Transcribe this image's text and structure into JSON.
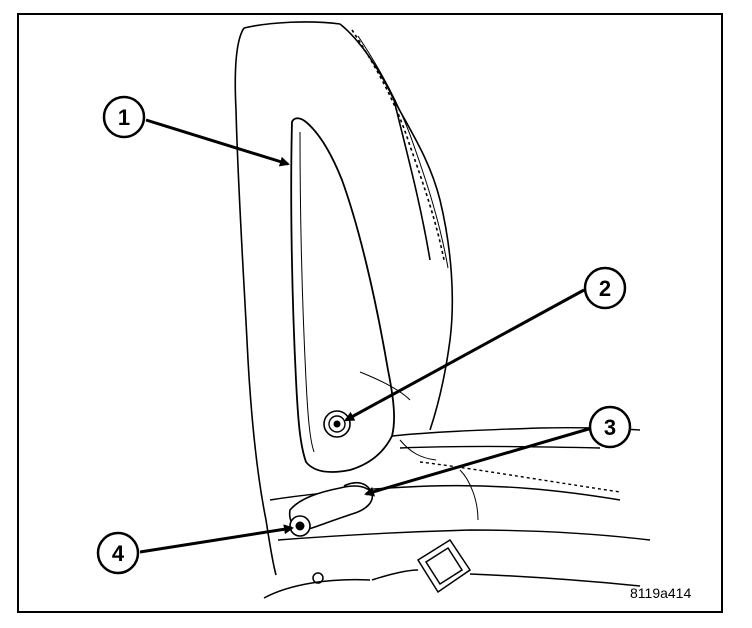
{
  "figure": {
    "id_label": "8119a414",
    "subject": "seat-side-with-trim-panel",
    "line_color": "#000000",
    "background": "#ffffff"
  },
  "callouts": [
    {
      "label": "1"
    },
    {
      "label": "2"
    },
    {
      "label": "3"
    },
    {
      "label": "4"
    }
  ]
}
